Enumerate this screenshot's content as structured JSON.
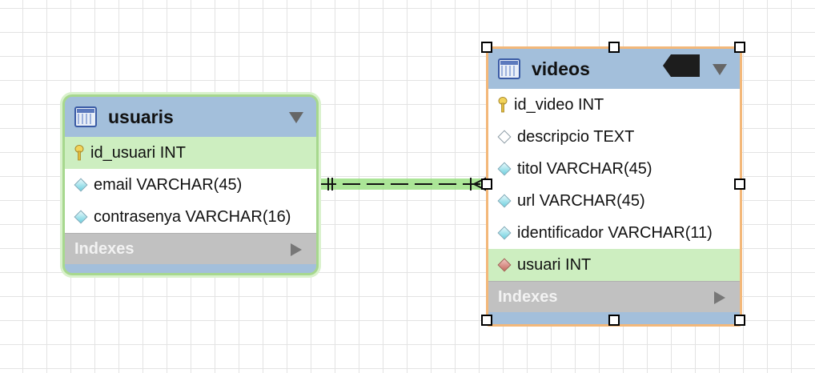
{
  "tables": {
    "usuaris": {
      "title": "usuaris",
      "columns": [
        {
          "text": "id_usuari INT",
          "key": "primary"
        },
        {
          "text": "email VARCHAR(45)",
          "key": "attr"
        },
        {
          "text": "contrasenya VARCHAR(16)",
          "key": "attr"
        }
      ],
      "indexes_label": "Indexes"
    },
    "videos": {
      "title": "videos",
      "columns": [
        {
          "text": "id_video INT",
          "key": "primary"
        },
        {
          "text": "descripcio TEXT",
          "key": "nullable"
        },
        {
          "text": "titol VARCHAR(45)",
          "key": "attr"
        },
        {
          "text": "url VARCHAR(45)",
          "key": "attr"
        },
        {
          "text": "identificador VARCHAR(11)",
          "key": "attr"
        },
        {
          "text": "usuari INT",
          "key": "foreign"
        }
      ],
      "indexes_label": "Indexes"
    }
  },
  "relationship": {
    "from": "usuaris",
    "to": "videos",
    "from_cardinality": "one",
    "to_cardinality": "many"
  },
  "colors": {
    "header": "#a3bfdb",
    "usuaris_outline": "#a7d88e",
    "videos_outline": "#f3b87a",
    "highlight_row": "#cdeec0",
    "indexes_bar": "#c1c1c1",
    "connector_glow": "#8fdc74"
  },
  "icons": [
    "table-icon",
    "primary-key-icon",
    "column-diamond-icon",
    "foreign-key-diamond-icon",
    "collapse-caret-icon",
    "expand-caret-icon",
    "layer-flag-icon"
  ]
}
